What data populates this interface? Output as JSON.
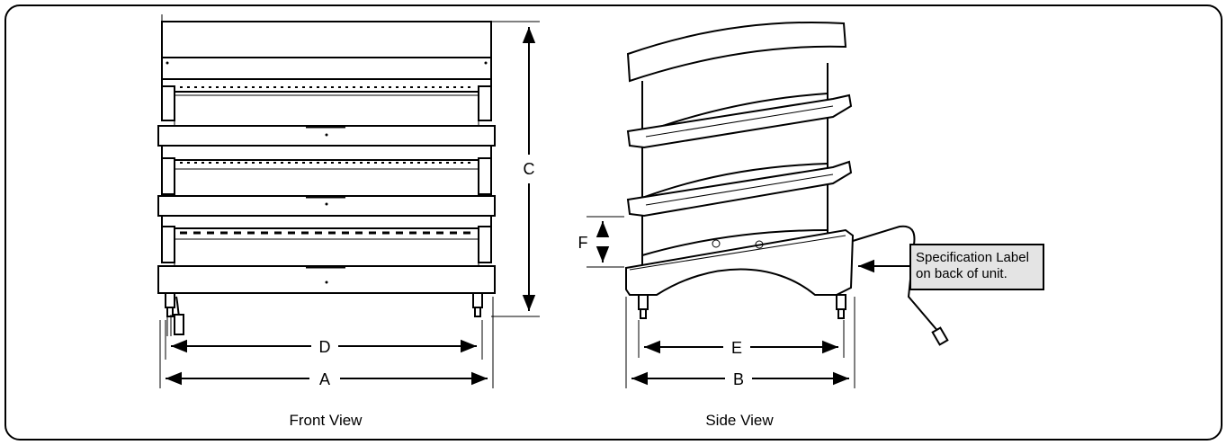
{
  "dimension_labels": {
    "a": "A",
    "b": "B",
    "c": "C",
    "d": "D",
    "e": "E",
    "f": "F"
  },
  "captions": {
    "front": "Front View",
    "side": "Side View"
  },
  "callout": {
    "line1": "Specification Label",
    "line2": "on back of unit."
  }
}
